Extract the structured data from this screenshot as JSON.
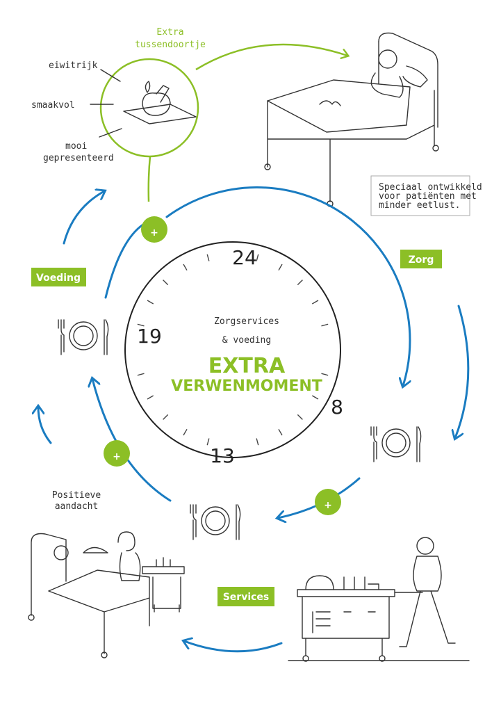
{
  "snack": {
    "title_line1": "Extra",
    "title_line2": "tussendoortje",
    "labels": [
      "eiwitrijk",
      "smaakvol",
      "mooi",
      "gepresenteerd"
    ]
  },
  "note": {
    "lines": [
      "Speciaal ontwikkeld",
      "voor patiënten met",
      "minder eetlust."
    ]
  },
  "badges": {
    "zorg": "Zorg",
    "voeding": "Voeding",
    "services": "Services"
  },
  "clock": {
    "hours": [
      "24",
      "19",
      "8",
      "13"
    ],
    "subtitle_line1": "Zorgservices",
    "subtitle_line2": "& voeding",
    "title_line1": "EXTRA",
    "title_line2": "VERWENMOMENT"
  },
  "attention": {
    "line1": "Positieve",
    "line2": "aandacht"
  },
  "plus_symbol": "+",
  "colors": {
    "green": "#8cbf26",
    "blue": "#1a7cc1"
  }
}
